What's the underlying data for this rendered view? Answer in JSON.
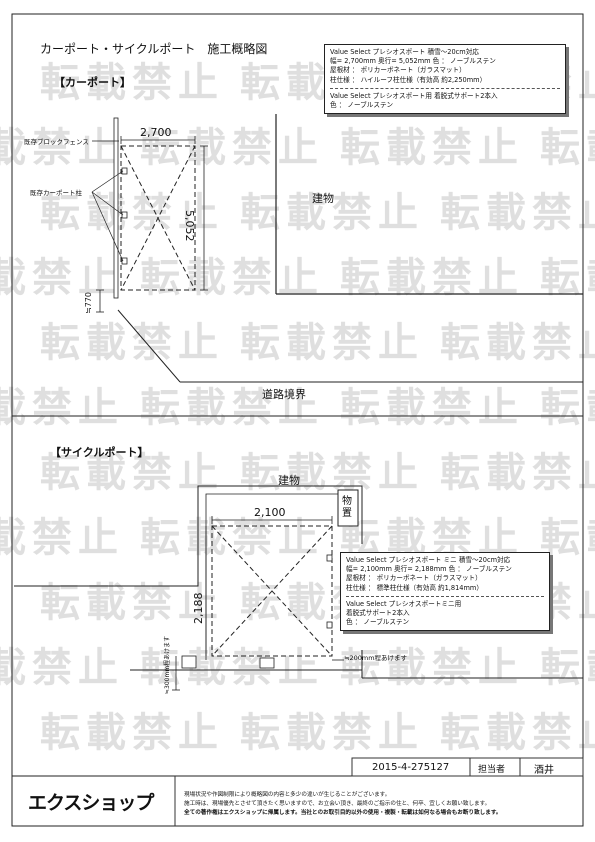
{
  "page": {
    "title": "カーポート・サイクルポート　施工概略図",
    "watermark_text": "転載禁止"
  },
  "carport": {
    "heading": "【カーポート】",
    "label_fence": "既存ブロックフェンス",
    "label_posts": "既存カーポート柱",
    "dim_width": "2,700",
    "dim_depth": "5,052",
    "dim_offset": "≒770",
    "label_building": "建物",
    "label_boundary": "道路境界",
    "spec": {
      "line1": "Value Select プレシオスポート 積雪～20cm対応",
      "line2": "幅= 2,700mm 奥行= 5,052mm 色 ： ノーブルステン",
      "line3": "屋根材 ： ポリカーボネート（ガラスマット）",
      "line4": "柱仕様 ： ハイルーフ柱仕様（有効高 約2,250mm）",
      "line5": "Value Select プレシオスポート用 着脱式サポート2本入",
      "line6": "色 ： ノーブルステン"
    }
  },
  "cycleport": {
    "heading": "【サイクルポート】",
    "label_building_top": "建物",
    "label_building_side": "物置",
    "dim_width": "2,100",
    "dim_depth": "2,188",
    "dim_side_gap": "≒200mm程あけます",
    "dim_front_gap": "≒300mm程あけます",
    "spec": {
      "line1": "Value Select プレシオスポート ミニ 積雪～20cm対応",
      "line2": "幅= 2,100mm 奥行= 2,188mm 色 ： ノーブルステン",
      "line3": "屋根材 ： ポリカーボネート（ガラスマット）",
      "line4": "柱仕様 ： 標準柱仕様（有効高 約1,814mm）",
      "line5": "Value Select プレシオスポートミニ用",
      "line6": "着脱式サポート2本入",
      "line7": "色 ： ノーブルステン"
    }
  },
  "footer": {
    "doc_number": "2015-4-275127",
    "person_label": "担当者",
    "person_name": "酒井",
    "logo": "エクスショップ",
    "note1": "現場状況や作図制限により概略図の内容と多少の違いが生じることがございます。",
    "note2": "施工時は、現場優先とさせて頂きたく思いますので、お立会い頂き、最終のご指示の住と、何卒、宜しくお願い致します。",
    "note3": "全ての著作権はエクスショップに帰属します。当社とのお取引目的以外の使用・複製・転載は如何なる場合もお断り致します。"
  }
}
